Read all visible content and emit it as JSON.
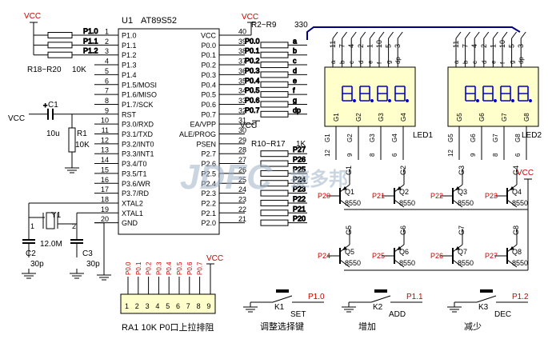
{
  "ic": {
    "ref": "U1",
    "part": "AT89S52",
    "left_pins": [
      {
        "num": "1",
        "name": "P1.0",
        "net": "P1.0"
      },
      {
        "num": "2",
        "name": "P1.1",
        "net": "P1.1"
      },
      {
        "num": "3",
        "name": "P1.2",
        "net": "P1.2"
      },
      {
        "num": "4",
        "name": "P1.3",
        "net": ""
      },
      {
        "num": "5",
        "name": "P1.4",
        "net": ""
      },
      {
        "num": "6",
        "name": "P1.5/MOSI",
        "net": ""
      },
      {
        "num": "7",
        "name": "P1.6/MISO",
        "net": ""
      },
      {
        "num": "8",
        "name": "P1.7/SCK",
        "net": ""
      },
      {
        "num": "9",
        "name": "RST",
        "net": ""
      },
      {
        "num": "10",
        "name": "P3.0/RXD",
        "net": ""
      },
      {
        "num": "11",
        "name": "P3.1/TXD",
        "net": ""
      },
      {
        "num": "12",
        "name": "P3.2/INT0",
        "net": ""
      },
      {
        "num": "13",
        "name": "P3.3/INT1",
        "net": ""
      },
      {
        "num": "14",
        "name": "P3.4/T0",
        "net": ""
      },
      {
        "num": "15",
        "name": "P3.5/T1",
        "net": ""
      },
      {
        "num": "16",
        "name": "P3.6/WR",
        "net": ""
      },
      {
        "num": "17",
        "name": "P3.7/RD",
        "net": ""
      },
      {
        "num": "18",
        "name": "XTAL2",
        "net": ""
      },
      {
        "num": "19",
        "name": "XTAL1",
        "net": ""
      },
      {
        "num": "20",
        "name": "GND",
        "net": ""
      }
    ],
    "right_pins": [
      {
        "num": "40",
        "name": "VCC",
        "net": ""
      },
      {
        "num": "39",
        "name": "P0.0",
        "net": "P0.0"
      },
      {
        "num": "38",
        "name": "P0.1",
        "net": "P0.1"
      },
      {
        "num": "37",
        "name": "P0.2",
        "net": "P0.2"
      },
      {
        "num": "36",
        "name": "P0.3",
        "net": "P0.3"
      },
      {
        "num": "35",
        "name": "P0.4",
        "net": "P0.4"
      },
      {
        "num": "34",
        "name": "P0.5",
        "net": "P0.5"
      },
      {
        "num": "33",
        "name": "P0.6",
        "net": "P0.6"
      },
      {
        "num": "32",
        "name": "P0.7",
        "net": "P0.7"
      },
      {
        "num": "31",
        "name": "EA/VPP",
        "net": ""
      },
      {
        "num": "30",
        "name": "ALE/PROG",
        "net": ""
      },
      {
        "num": "29",
        "name": "PSEN",
        "net": ""
      },
      {
        "num": "28",
        "name": "P2.7",
        "net": "P27"
      },
      {
        "num": "27",
        "name": "P2.6",
        "net": "P26"
      },
      {
        "num": "26",
        "name": "P2.5",
        "net": "P25"
      },
      {
        "num": "25",
        "name": "P2.4",
        "net": "P24"
      },
      {
        "num": "24",
        "name": "P2.3",
        "net": "P23"
      },
      {
        "num": "23",
        "name": "P2.2",
        "net": "P22"
      },
      {
        "num": "22",
        "name": "P2.1",
        "net": "P21"
      },
      {
        "num": "21",
        "name": "P2.0",
        "net": "P20"
      }
    ]
  },
  "labels": {
    "vcc": "VCC",
    "r18_r20": "R18~R20",
    "r18_val": "10K",
    "r2_r9": "R2~R9",
    "r2_val": "330",
    "r10_r17": "R10~R17",
    "r10_val": "1K",
    "c1": "C1",
    "c1_val": "10u",
    "r1": "R1",
    "r1_val": "10K",
    "y1": "Y1",
    "y1_val": "12.0M",
    "c2": "C2",
    "c2_val": "30p",
    "c3": "C3",
    "c3_val": "30p",
    "xtal_pin1": "1",
    "xtal_pin2": "2",
    "ra1_caption": "RA1 10K P0口上拉排阻",
    "led1": "LED1",
    "led2": "LED2",
    "watermark_latin": "JDFC",
    "watermark_cn": "捷多邦"
  },
  "seg_lines": [
    "a",
    "b",
    "c",
    "d",
    "e",
    "f",
    "g",
    "dp"
  ],
  "led_top_pins": [
    {
      "num": "11",
      "seg": "a"
    },
    {
      "num": "7",
      "seg": "b"
    },
    {
      "num": "4",
      "seg": "c"
    },
    {
      "num": "2",
      "seg": "d"
    },
    {
      "num": "1",
      "seg": "e"
    },
    {
      "num": "10",
      "seg": "f"
    },
    {
      "num": "5",
      "seg": "g"
    },
    {
      "num": "3",
      "seg": "dp"
    }
  ],
  "led1_digits": [
    "G1",
    "G2",
    "G3",
    "G4"
  ],
  "led1_bottom_pins": [
    "12",
    "9",
    "8",
    "6"
  ],
  "led1_gate_labels": [
    "G1",
    "G2",
    "G3",
    "G4"
  ],
  "led2_digits": [
    "G5",
    "G6",
    "G7",
    "G8"
  ],
  "led2_bottom_pins": [
    "12",
    "9",
    "8",
    "6"
  ],
  "led2_gate_labels": [
    "G5",
    "G6",
    "G7",
    "G8"
  ],
  "transistors": [
    {
      "ref": "Q1",
      "part": "8550",
      "base": "P20",
      "gate": "G1"
    },
    {
      "ref": "Q2",
      "part": "8550",
      "base": "P21",
      "gate": "G2"
    },
    {
      "ref": "Q3",
      "part": "8550",
      "base": "P22",
      "gate": "G3"
    },
    {
      "ref": "Q4",
      "part": "8550",
      "base": "P23",
      "gate": "G4"
    },
    {
      "ref": "Q5",
      "part": "8550",
      "base": "P24",
      "gate": "G5"
    },
    {
      "ref": "Q6",
      "part": "8550",
      "base": "P25",
      "gate": "G6"
    },
    {
      "ref": "Q7",
      "part": "8550",
      "base": "P26",
      "gate": "G7"
    },
    {
      "ref": "Q8",
      "part": "8550",
      "base": "P27",
      "gate": "G8"
    }
  ],
  "ra1_nets": [
    "P0.0",
    "P0.1",
    "P0.2",
    "P0.3",
    "P0.4",
    "P0.5",
    "P0.6",
    "P0.7"
  ],
  "ra1_pins": [
    "1",
    "2",
    "3",
    "4",
    "5",
    "6",
    "7",
    "8",
    "9"
  ],
  "buttons": [
    {
      "ref": "K1",
      "name": "SET",
      "net": "P1.0",
      "desc": "调整选择键"
    },
    {
      "ref": "K2",
      "name": "ADD",
      "net": "P1.1",
      "desc": "增加"
    },
    {
      "ref": "K3",
      "name": "DEC",
      "net": "P1.2",
      "desc": "减少"
    }
  ]
}
